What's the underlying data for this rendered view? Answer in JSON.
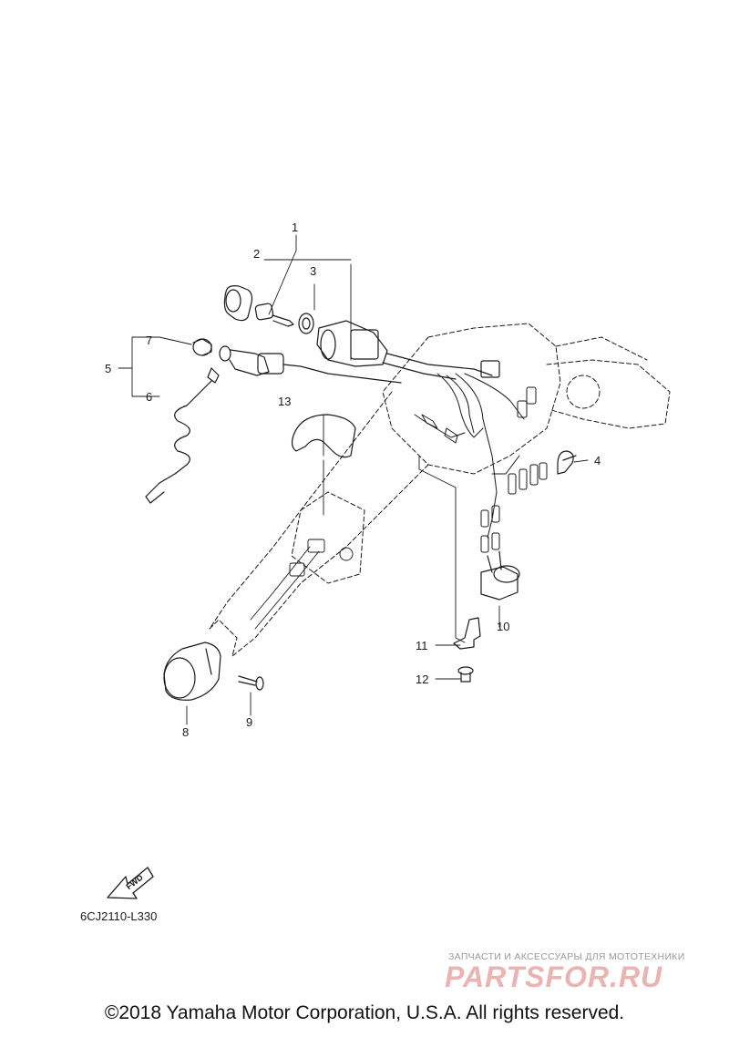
{
  "diagram": {
    "callouts": [
      "1",
      "2",
      "3",
      "4",
      "5",
      "6",
      "7",
      "8",
      "9",
      "10",
      "11",
      "12",
      "13"
    ],
    "reference_code": "6CJ2110-L330",
    "fwd_label": "FWD"
  },
  "watermark": {
    "tagline": "ЗАПЧАСТИ И АКСЕССУАРЫ ДЛЯ МОТОТЕХНИКИ",
    "logo": "PARTSFOR.RU"
  },
  "footer": {
    "copyright": "©2018 Yamaha Motor Corporation, U.S.A. All rights reserved."
  },
  "colors": {
    "line": "#1a1a1a",
    "watermark_logo": "#e8a8a8",
    "watermark_text": "#9a9a9a"
  }
}
